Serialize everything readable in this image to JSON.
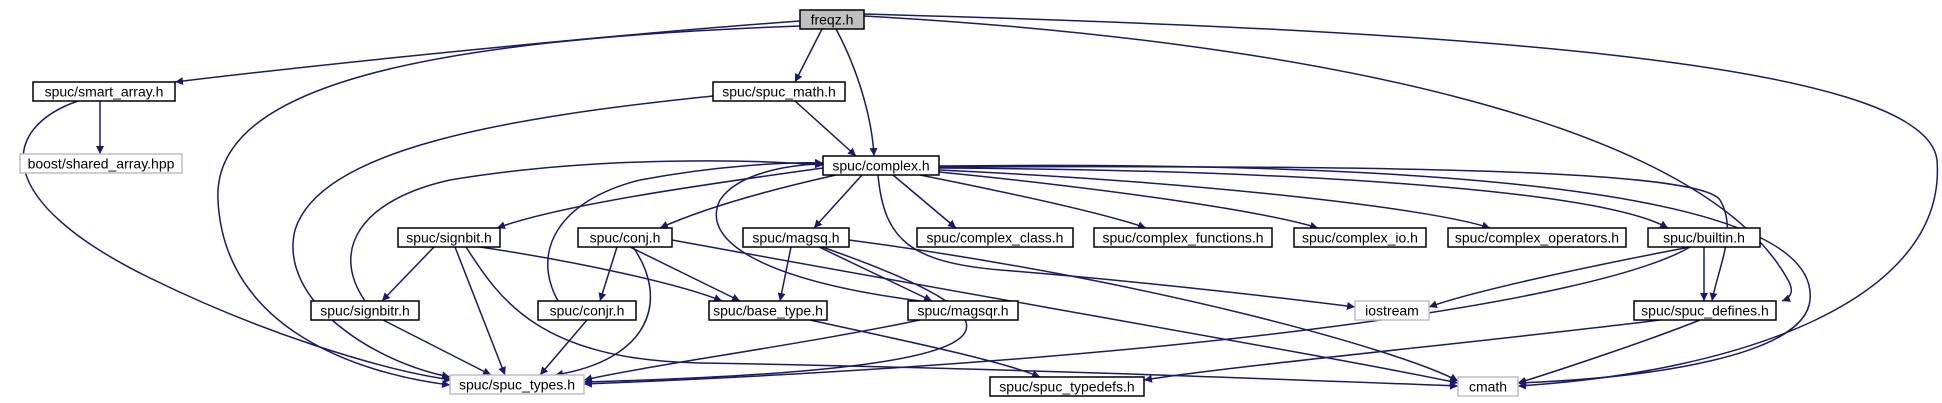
{
  "graph": {
    "colors": {
      "edge": "#191970",
      "root_fill": "#bfbfbf",
      "node_border": "#000000",
      "external_border": "#bfbfbf",
      "node_fill": "#ffffff"
    },
    "nodes": [
      {
        "id": "freqz",
        "label": "freqz.h",
        "kind": "root"
      },
      {
        "id": "smart_array",
        "label": "spuc/smart_array.h",
        "kind": "internal"
      },
      {
        "id": "spuc_math",
        "label": "spuc/spuc_math.h",
        "kind": "internal"
      },
      {
        "id": "shared_array",
        "label": "boost/shared_array.hpp",
        "kind": "external"
      },
      {
        "id": "complex",
        "label": "spuc/complex.h",
        "kind": "internal"
      },
      {
        "id": "signbit",
        "label": "spuc/signbit.h",
        "kind": "internal"
      },
      {
        "id": "conj",
        "label": "spuc/conj.h",
        "kind": "internal"
      },
      {
        "id": "magsq",
        "label": "spuc/magsq.h",
        "kind": "internal"
      },
      {
        "id": "complex_class",
        "label": "spuc/complex_class.h",
        "kind": "internal"
      },
      {
        "id": "complex_functions",
        "label": "spuc/complex_functions.h",
        "kind": "internal"
      },
      {
        "id": "complex_io",
        "label": "spuc/complex_io.h",
        "kind": "internal"
      },
      {
        "id": "complex_operators",
        "label": "spuc/complex_operators.h",
        "kind": "internal"
      },
      {
        "id": "builtin",
        "label": "spuc/builtin.h",
        "kind": "internal"
      },
      {
        "id": "signbitr",
        "label": "spuc/signbitr.h",
        "kind": "internal"
      },
      {
        "id": "conjr",
        "label": "spuc/conjr.h",
        "kind": "internal"
      },
      {
        "id": "base_type",
        "label": "spuc/base_type.h",
        "kind": "internal"
      },
      {
        "id": "magsqr",
        "label": "spuc/magsqr.h",
        "kind": "internal"
      },
      {
        "id": "iostream",
        "label": "iostream",
        "kind": "external"
      },
      {
        "id": "spuc_defines",
        "label": "spuc/spuc_defines.h",
        "kind": "internal"
      },
      {
        "id": "spuc_types",
        "label": "spuc/spuc_types.h",
        "kind": "external"
      },
      {
        "id": "spuc_typedefs",
        "label": "spuc/spuc_typedefs.h",
        "kind": "internal"
      },
      {
        "id": "cmath",
        "label": "cmath",
        "kind": "external"
      }
    ],
    "edges": [
      {
        "from": "freqz",
        "to": "smart_array"
      },
      {
        "from": "freqz",
        "to": "spuc_math"
      },
      {
        "from": "freqz",
        "to": "complex"
      },
      {
        "from": "freqz",
        "to": "spuc_types"
      },
      {
        "from": "freqz",
        "to": "spuc_defines"
      },
      {
        "from": "freqz",
        "to": "cmath"
      },
      {
        "from": "smart_array",
        "to": "shared_array"
      },
      {
        "from": "smart_array",
        "to": "spuc_types"
      },
      {
        "from": "spuc_math",
        "to": "complex"
      },
      {
        "from": "spuc_math",
        "to": "spuc_types"
      },
      {
        "from": "complex",
        "to": "signbit"
      },
      {
        "from": "complex",
        "to": "conj"
      },
      {
        "from": "complex",
        "to": "magsq"
      },
      {
        "from": "complex",
        "to": "complex_class"
      },
      {
        "from": "complex",
        "to": "complex_functions"
      },
      {
        "from": "complex",
        "to": "complex_io"
      },
      {
        "from": "complex",
        "to": "complex_operators"
      },
      {
        "from": "complex",
        "to": "builtin"
      },
      {
        "from": "complex",
        "to": "iostream"
      },
      {
        "from": "complex",
        "to": "spuc_defines"
      },
      {
        "from": "complex",
        "to": "cmath"
      },
      {
        "from": "signbit",
        "to": "signbitr"
      },
      {
        "from": "signbit",
        "to": "base_type"
      },
      {
        "from": "signbit",
        "to": "spuc_types"
      },
      {
        "from": "signbit",
        "to": "cmath"
      },
      {
        "from": "signbitr",
        "to": "complex"
      },
      {
        "from": "signbitr",
        "to": "spuc_types"
      },
      {
        "from": "conj",
        "to": "conjr"
      },
      {
        "from": "conj",
        "to": "base_type"
      },
      {
        "from": "conj",
        "to": "spuc_types"
      },
      {
        "from": "conj",
        "to": "cmath"
      },
      {
        "from": "conjr",
        "to": "complex"
      },
      {
        "from": "conjr",
        "to": "spuc_types"
      },
      {
        "from": "magsq",
        "to": "base_type"
      },
      {
        "from": "magsq",
        "to": "magsqr"
      },
      {
        "from": "magsq",
        "to": "spuc_types"
      },
      {
        "from": "magsq",
        "to": "cmath"
      },
      {
        "from": "magsqr",
        "to": "complex"
      },
      {
        "from": "magsqr",
        "to": "spuc_types"
      },
      {
        "from": "base_type",
        "to": "spuc_typedefs"
      },
      {
        "from": "builtin",
        "to": "iostream"
      },
      {
        "from": "builtin",
        "to": "spuc_defines"
      },
      {
        "from": "builtin",
        "to": "spuc_types"
      },
      {
        "from": "spuc_defines",
        "to": "spuc_typedefs"
      },
      {
        "from": "spuc_defines",
        "to": "cmath"
      }
    ]
  }
}
